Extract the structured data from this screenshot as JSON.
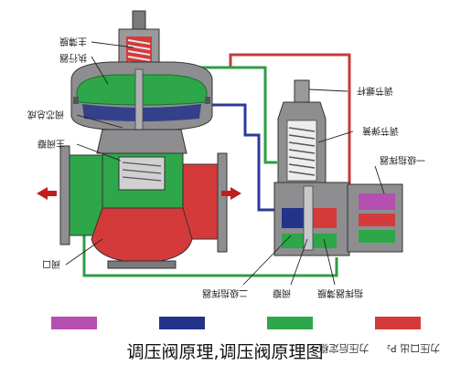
{
  "caption": "调压阀原理,调压阀原理图",
  "labels": {
    "main_film": "主薄膜",
    "actuator": "执行器",
    "valve_core_assembly": "阀芯总成",
    "main_valve": "主阀瓣",
    "valve_port": "阀口",
    "adjust_screw": "调节螺杆",
    "adjust_spring": "调节弹簧",
    "primary_pilot": "一级指挥器",
    "secondary_pilot": "二级指挥器",
    "valve_flap": "阀瓣",
    "pilot_film": "指挥器薄膜"
  },
  "legend": [
    {
      "color": "#b54fb0",
      "text": ""
    },
    {
      "color": "#24338a",
      "text": ""
    },
    {
      "color": "#2ea64a",
      "text": ""
    },
    {
      "color": "#d43a3a",
      "text": ""
    }
  ],
  "legend_partial": {
    "left": "力压后定稳",
    "right": "力压口出 P₂"
  },
  "colors": {
    "body_gray": "#8e8e90",
    "body_dark": "#5d5d60",
    "green": "#2ea64a",
    "red": "#d43a3a",
    "blue": "#24338a",
    "purple": "#b54fb0",
    "pipe_red": "#c43a3a",
    "pipe_green": "#2e9e44",
    "pipe_blue": "#2c3a9a"
  }
}
